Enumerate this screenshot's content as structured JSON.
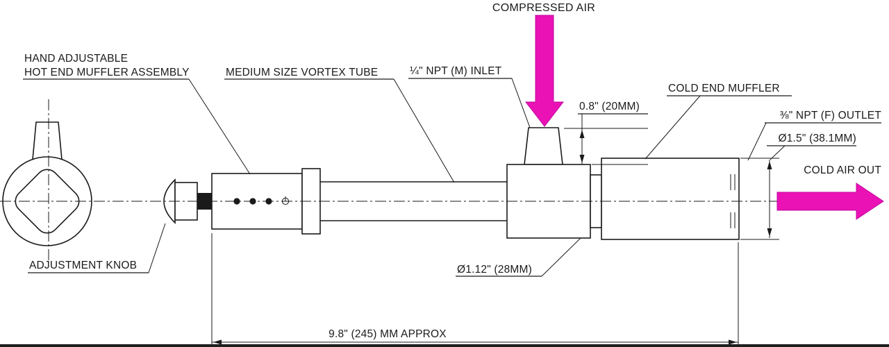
{
  "drawing": {
    "labels": {
      "compressed_air": "COMPRESSED AIR",
      "hand_adjustable_line1": "HAND ADJUSTABLE",
      "hand_adjustable_line2": "HOT END MUFFLER ASSEMBLY",
      "vortex_tube": "MEDIUM SIZE VORTEX TUBE",
      "inlet": "¼\" NPT (M) INLET",
      "cold_end_muffler": "COLD END MUFFLER",
      "outlet": "⅜\" NPT (F) OUTLET",
      "cold_air_out": "COLD AIR OUT",
      "adjustment_knob": "ADJUSTMENT KNOB"
    },
    "dimensions": {
      "inlet_thread_height": "0.8\" (20MM)",
      "outlet_diameter": "Ø1.5\" (38.1MM)",
      "body_diameter": "Ø1.12\" (28MM)",
      "overall_length": "9.8\" (245) MM APPROX"
    },
    "colors": {
      "line": "#1a1a1a",
      "flow_arrow": "#ea12b4",
      "background": "#ffffff"
    }
  }
}
